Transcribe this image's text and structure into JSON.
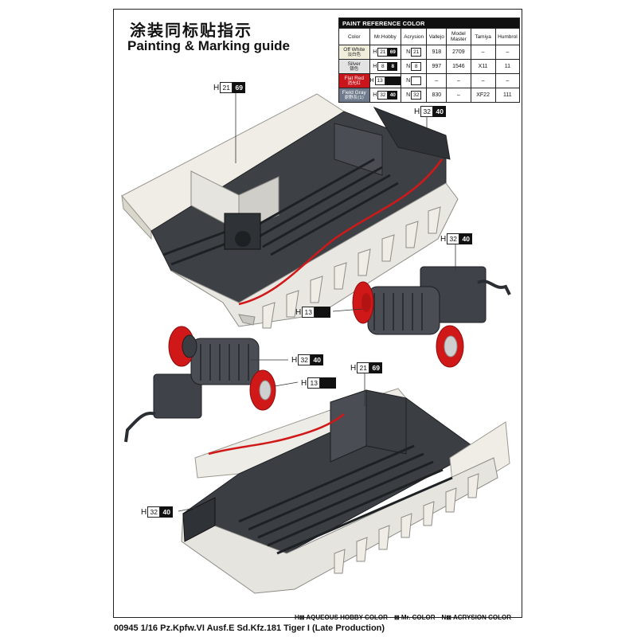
{
  "header": {
    "title_cn": "涂装同标贴指示",
    "title_en": "Painting & Marking guide"
  },
  "paint_table": {
    "caption": "PAINT REFERENCE COLOR",
    "columns": [
      "Color",
      "Mr.Hobby",
      "Acrysion",
      "Vallejo",
      "Model Master",
      "Tamiya",
      "Humbrol"
    ],
    "rows": [
      {
        "name": "Off White",
        "name_cn": "淡白色",
        "swatch": "#f1efdc",
        "text_color": "#222222",
        "hobby_prefix": "H",
        "hobby_a": "21",
        "hobby_b": "69",
        "acry_prefix": "N",
        "acry": "21",
        "vallejo": "918",
        "mm": "2709",
        "tamiya": "–",
        "humbrol": "–"
      },
      {
        "name": "Silver",
        "name_cn": "银色",
        "swatch": "#e3e3e3",
        "text_color": "#222222",
        "hobby_prefix": "H",
        "hobby_a": "8",
        "hobby_b": "8",
        "acry_prefix": "N",
        "acry": "8",
        "vallejo": "997",
        "mm": "1546",
        "tamiya": "X11",
        "humbrol": "11"
      },
      {
        "name": "Flat Red",
        "name_cn": "消光红",
        "swatch": "#c8161c",
        "text_color": "#ffffff",
        "hobby_prefix": "H",
        "hobby_a": "13",
        "hobby_b": "",
        "acry_prefix": "N",
        "acry": "",
        "vallejo": "–",
        "mm": "–",
        "tamiya": "–",
        "humbrol": "–"
      },
      {
        "name": "Field Gray",
        "name_cn": "原野灰(1)",
        "swatch": "#6f7b8c",
        "text_color": "#ffffff",
        "hobby_prefix": "H",
        "hobby_a": "32",
        "hobby_b": "40",
        "acry_prefix": "N",
        "acry": "32",
        "vallejo": "830",
        "mm": "–",
        "tamiya": "XF22",
        "humbrol": "111"
      }
    ]
  },
  "callouts": {
    "top_hull_left": {
      "prefix": "H",
      "a": "21",
      "b": "69"
    },
    "top_hull_right": {
      "prefix": "H",
      "a": "32",
      "b": "40"
    },
    "right_assembly_top": {
      "prefix": "H",
      "a": "32",
      "b": "40"
    },
    "right_assembly_wheel": {
      "prefix": "H",
      "a": "13"
    },
    "left_assembly_top": {
      "prefix": "H",
      "a": "32",
      "b": "40"
    },
    "left_assembly_wheel": {
      "prefix": "H",
      "a": "13"
    },
    "bottom_hull_top": {
      "prefix": "H",
      "a": "21",
      "b": "69"
    },
    "bottom_hull_left": {
      "prefix": "H",
      "a": "32",
      "b": "40"
    }
  },
  "legend": {
    "aqueous": "H⊠ AQUEOUS HOBBY COLOR",
    "mr": "⊠ Mr. COLOR",
    "acrysion": "N⊠ ACRYSION COLOR"
  },
  "footer": {
    "text": "00945 1/16  Pz.Kpfw.VI Ausf.E Sd.Kfz.181 Tiger I (Late Production)"
  },
  "colors": {
    "off_white": "#eeece6",
    "dark_gray": "#3b3f44",
    "red": "#d01818"
  }
}
